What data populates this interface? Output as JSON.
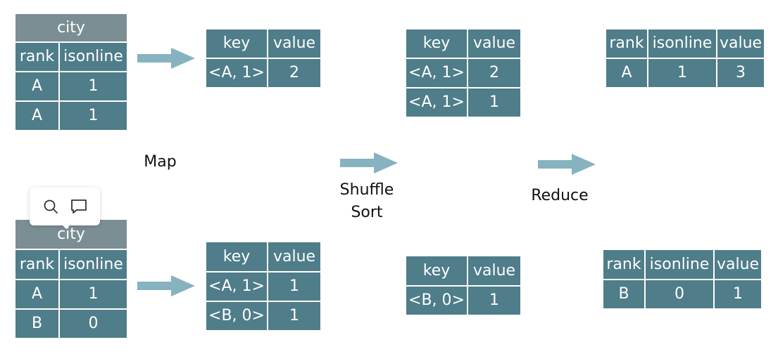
{
  "colors": {
    "cell": "#4f7d89",
    "city_header": "#7a8e93",
    "arrow": "#86b3bf",
    "text_dark": "#111111"
  },
  "labels": {
    "map": "Map",
    "shuffle": "Shuffle",
    "sort": "Sort",
    "reduce": "Reduce"
  },
  "toolbar": {
    "icons": [
      "search-icon",
      "comment-icon"
    ]
  },
  "input_tables": [
    {
      "title": "city",
      "columns": [
        "rank",
        "isonline"
      ],
      "rows": [
        [
          "A",
          "1"
        ],
        [
          "A",
          "1"
        ]
      ]
    },
    {
      "title": "city",
      "columns": [
        "rank",
        "isonline"
      ],
      "rows": [
        [
          "A",
          "1"
        ],
        [
          "B",
          "0"
        ]
      ]
    }
  ],
  "map_tables": [
    {
      "columns": [
        "key",
        "value"
      ],
      "rows": [
        [
          "<A, 1>",
          "2"
        ]
      ]
    },
    {
      "columns": [
        "key",
        "value"
      ],
      "rows": [
        [
          "<A, 1>",
          "1"
        ],
        [
          "<B, 0>",
          "1"
        ]
      ]
    }
  ],
  "shuffle_tables": [
    {
      "columns": [
        "key",
        "value"
      ],
      "rows": [
        [
          "<A, 1>",
          "2"
        ],
        [
          "<A, 1>",
          "1"
        ]
      ]
    },
    {
      "columns": [
        "key",
        "value"
      ],
      "rows": [
        [
          "<B, 0>",
          "1"
        ]
      ]
    }
  ],
  "reduce_tables": [
    {
      "columns": [
        "rank",
        "isonline",
        "value"
      ],
      "rows": [
        [
          "A",
          "1",
          "3"
        ]
      ]
    },
    {
      "columns": [
        "rank",
        "isonline",
        "value"
      ],
      "rows": [
        [
          "B",
          "0",
          "1"
        ]
      ]
    }
  ]
}
